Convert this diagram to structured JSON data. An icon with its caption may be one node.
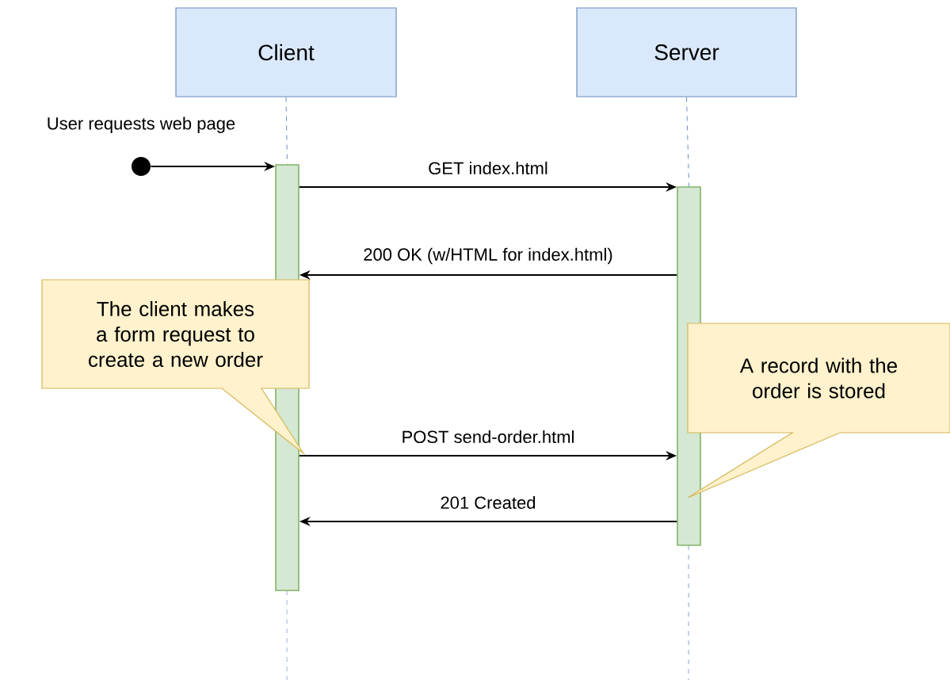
{
  "diagram": {
    "nodes": [
      {
        "text": [
          "Client"
        ]
      },
      {
        "text": [
          "Server"
        ]
      },
      {
        "text": [],
        "shape": "bar"
      },
      {
        "text": [],
        "shape": "bar"
      },
      {
        "text": [],
        "shape": "circle",
        "beside": [
          "User requests web page"
        ]
      },
      {
        "text": [
          "The client makes a form request to create a new order"
        ]
      },
      {
        "text": [
          "A record with the order is stored"
        ]
      }
    ],
    "edges": [
      {
        "from": 0,
        "to": 2,
        "arrow": "none",
        "style": "dashed",
        "color": "#6c8ebf"
      },
      {
        "from": 1,
        "to": 3,
        "arrow": "none",
        "style": "dashed",
        "color": "#6c8ebf"
      },
      {
        "from": 4,
        "to": 2,
        "arrow": "to"
      },
      {
        "from": 2,
        "to": 3,
        "arrow": "to",
        "label": "GET index.html"
      },
      {
        "from": 3,
        "to": 2,
        "arrow": "to",
        "label": "200 OK (w/HTML for index.html)"
      },
      {
        "from": 2,
        "to": 3,
        "arrow": "to",
        "label": "POST send-order.html"
      },
      {
        "from": 3,
        "to": 2,
        "arrow": "to",
        "label": "201 Created"
      }
    ]
  }
}
